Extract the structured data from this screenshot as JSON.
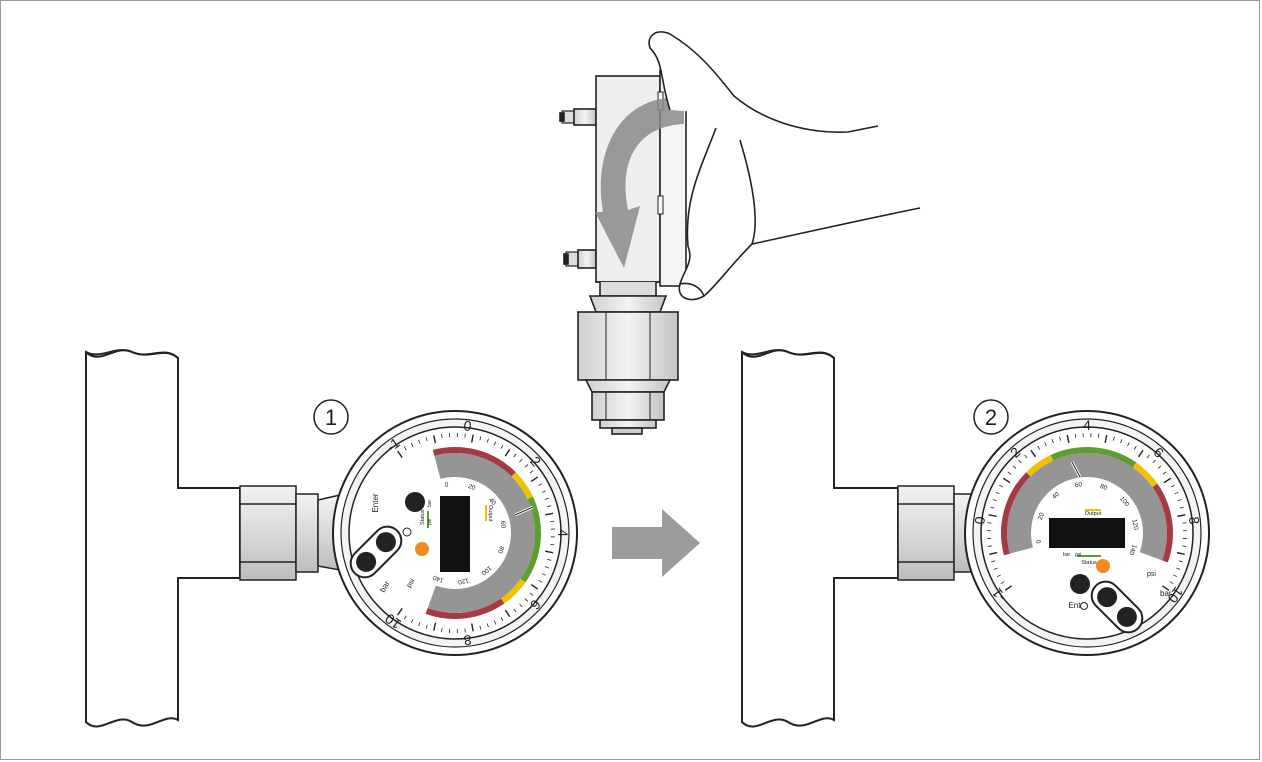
{
  "colors": {
    "outline": "#222222",
    "pipe_fill": "#ffffff",
    "metal_light": "#e6e6e6",
    "metal_mid": "#c8c8c8",
    "dial_band": "#959595",
    "zone_red": "#a63a44",
    "zone_yellow": "#f2c200",
    "zone_green": "#5e9e2e",
    "arrow_grey": "#9c9c9c",
    "logo_orange": "#f08a1c",
    "display_black": "#111111"
  },
  "steps": {
    "step1": "1",
    "step2": "2"
  },
  "gauge1": {
    "bar_scale": [
      "-1",
      "0",
      "2",
      "4",
      "6",
      "8",
      "10"
    ],
    "psi_scale": [
      "0",
      "20",
      "40",
      "60",
      "80",
      "100",
      "120",
      "140"
    ],
    "unit_bar": "bar",
    "unit_psi": "psi",
    "enter_label": "Enter",
    "output_label": "Output",
    "status_label": "Status",
    "display_unit_bar": "bar",
    "display_unit_psi": "psi"
  },
  "gauge2": {
    "bar_scale": [
      "-1",
      "0",
      "2",
      "4",
      "6",
      "8",
      "10"
    ],
    "psi_scale": [
      "0",
      "20",
      "40",
      "60",
      "80",
      "100",
      "120",
      "140"
    ],
    "unit_bar": "bar",
    "unit_psi": "psi",
    "enter_label": "Enter",
    "output_label": "Output",
    "status_label": "Status",
    "display_unit_bar": "bar",
    "display_unit_psi": "psi"
  }
}
